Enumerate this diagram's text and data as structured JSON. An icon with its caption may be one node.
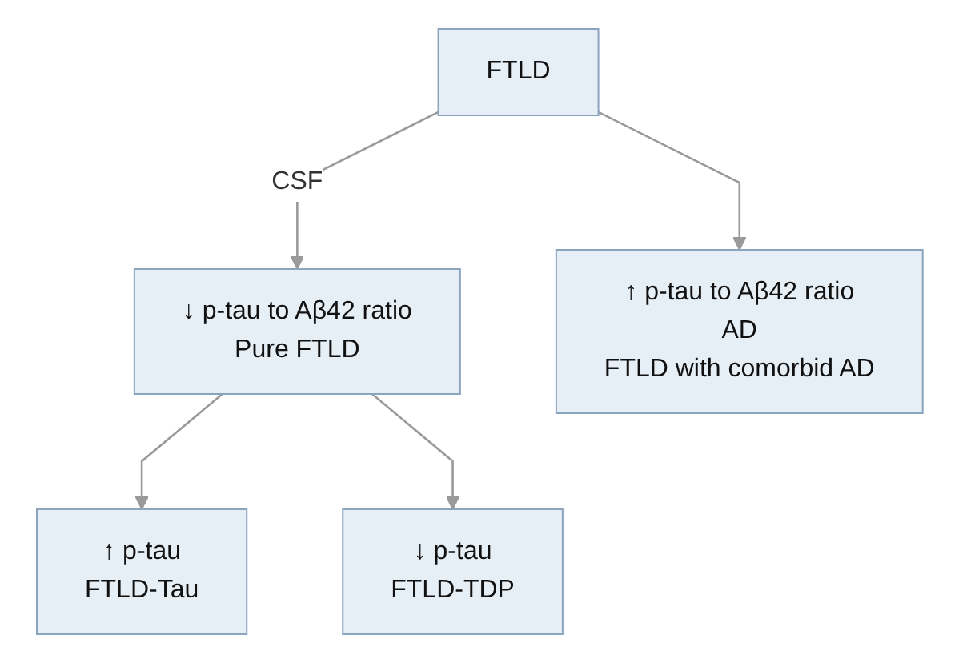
{
  "diagram": {
    "nodes": [
      {
        "text": [
          "FTLD"
        ]
      },
      {
        "text": [
          "↓ p-tau to Aβ42 ratio",
          "Pure FTLD"
        ]
      },
      {
        "text": [
          "↑ p-tau to Aβ42 ratio",
          "AD",
          "FTLD with comorbid AD"
        ]
      },
      {
        "text": [
          "↑ p-tau",
          "FTLD-Tau"
        ]
      },
      {
        "text": [
          "↓ p-tau",
          "FTLD-TDP"
        ]
      }
    ],
    "edges": [
      {
        "from": 0,
        "to": 1,
        "arrow": "to",
        "label": "CSF"
      },
      {
        "from": 0,
        "to": 2,
        "arrow": "to"
      },
      {
        "from": 1,
        "to": 3,
        "arrow": "to"
      },
      {
        "from": 1,
        "to": 4,
        "arrow": "to"
      }
    ]
  }
}
